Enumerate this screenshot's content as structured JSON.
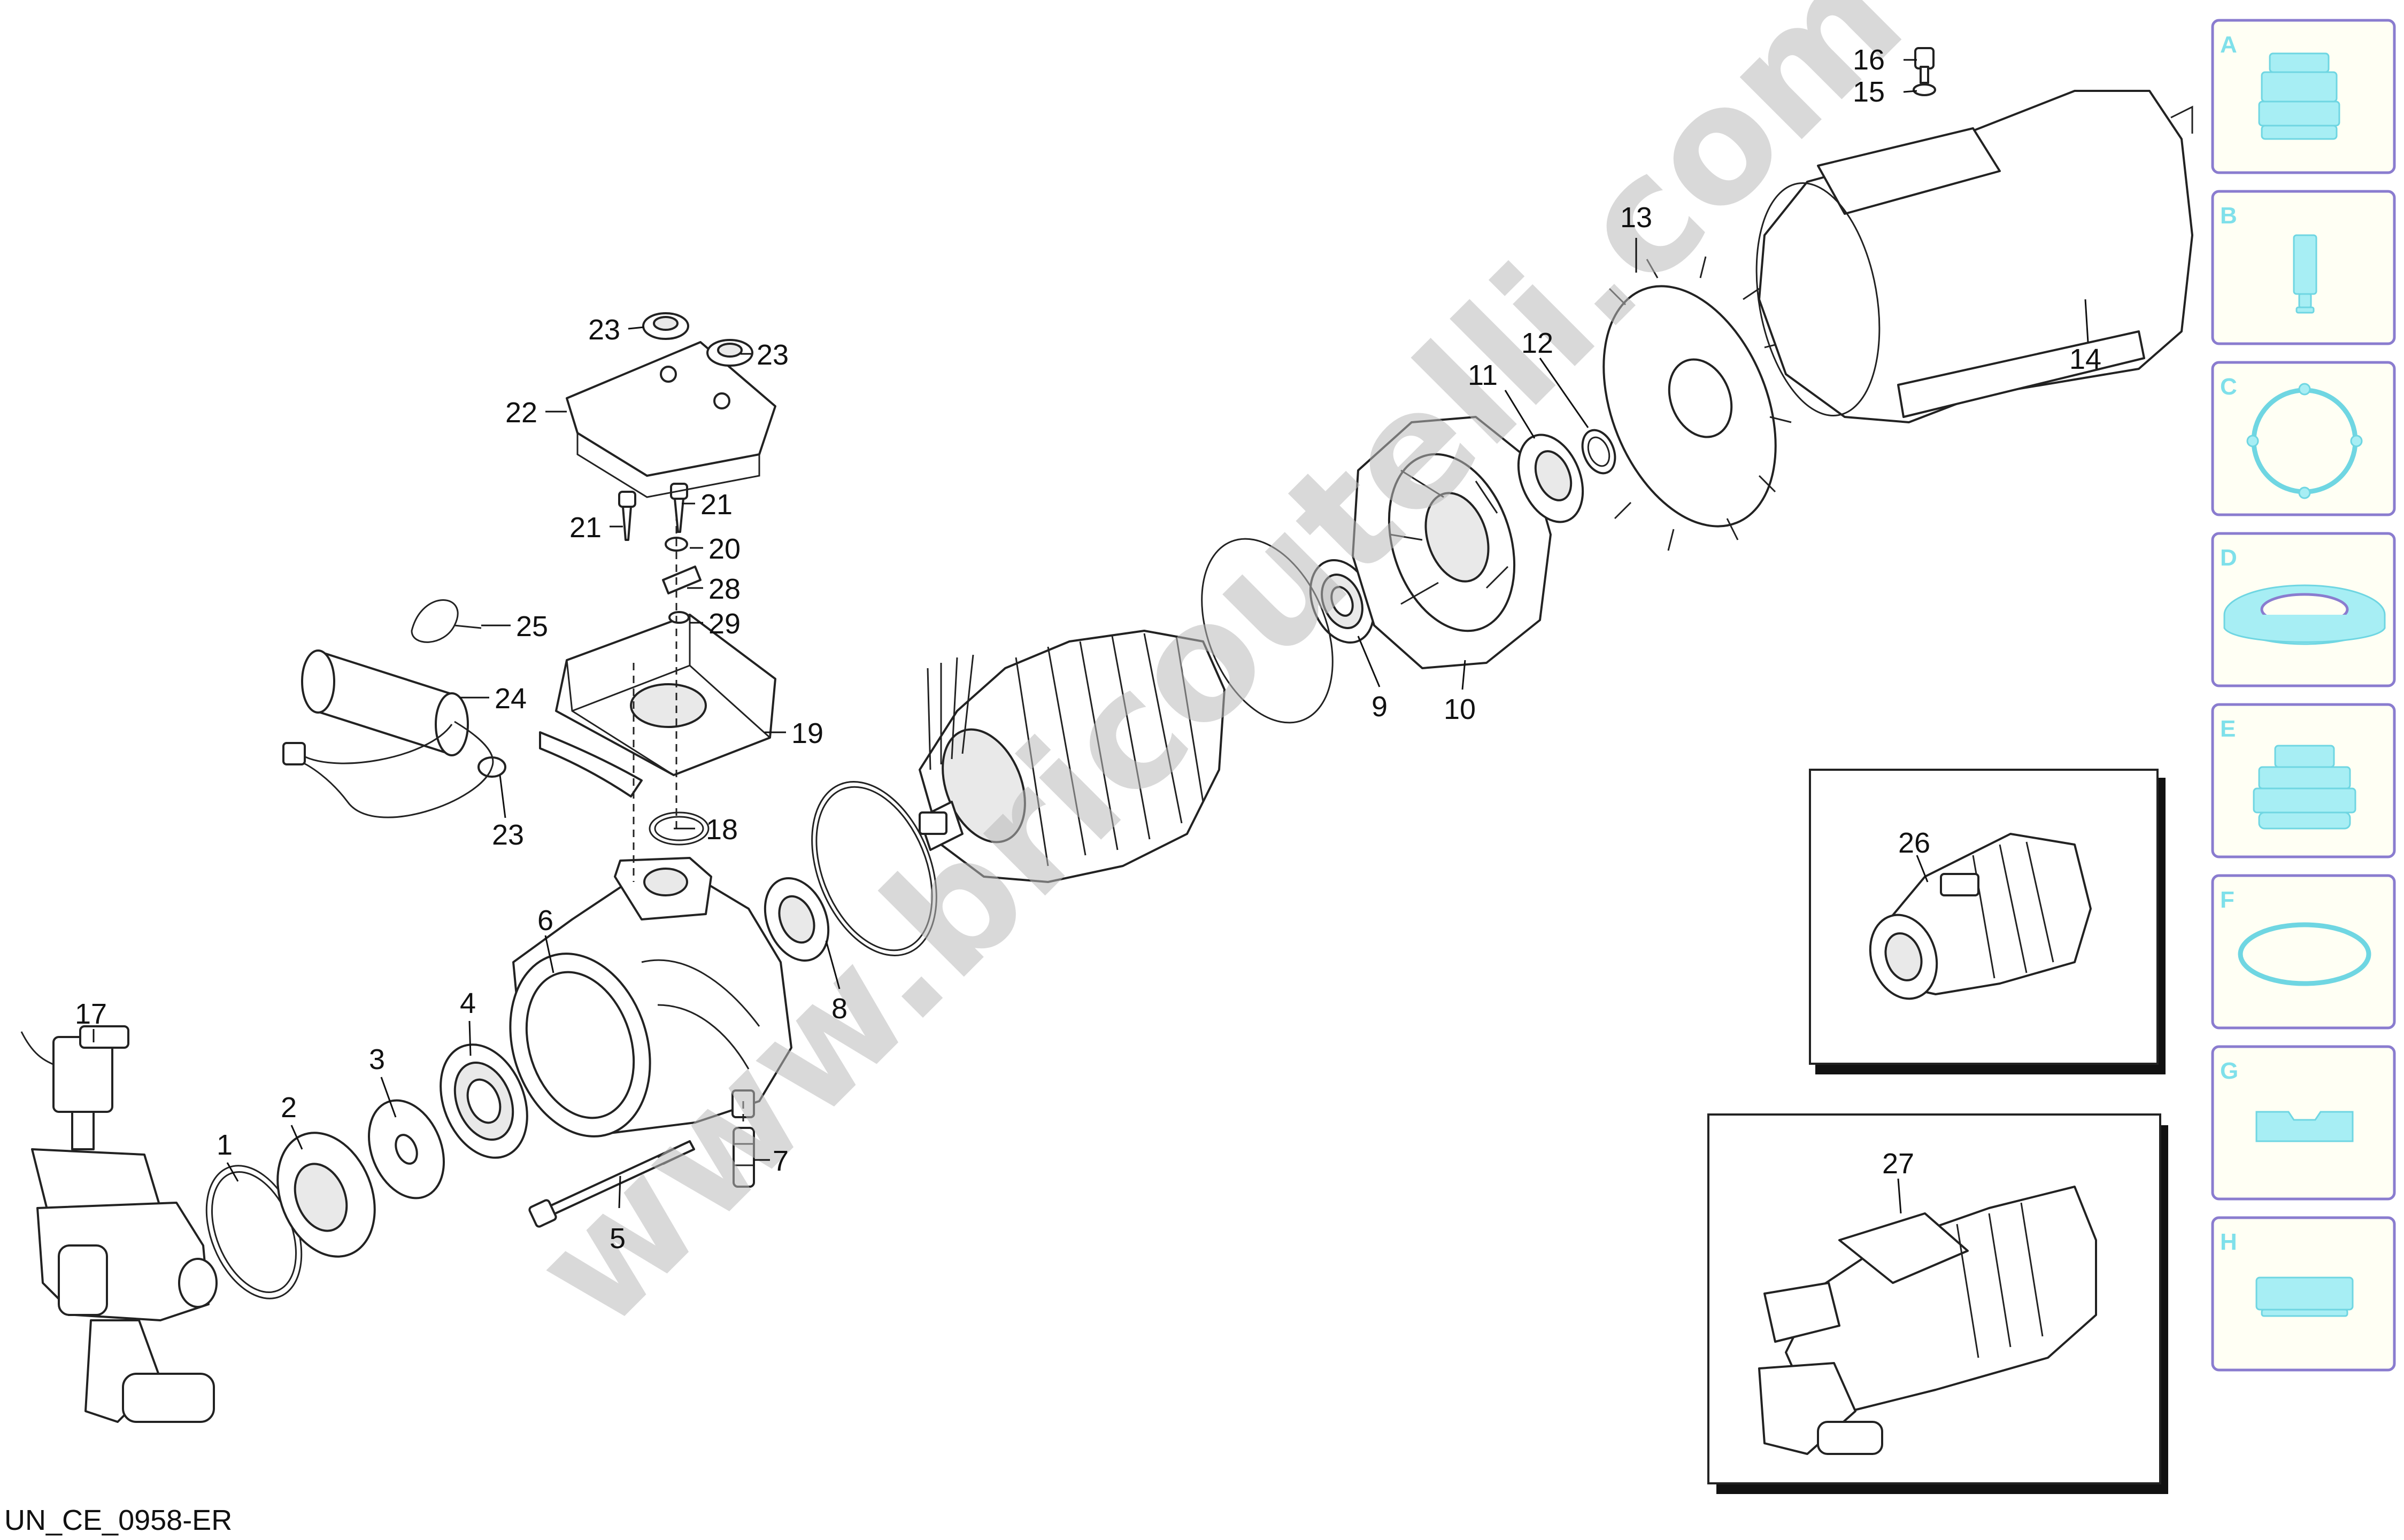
{
  "diagram": {
    "drawing_code": "UN_CE_0958-ER",
    "watermark": "www.bricoutelli.com",
    "callouts": [
      "1",
      "2",
      "3",
      "4",
      "5",
      "6",
      "7",
      "8",
      "9",
      "10",
      "11",
      "12",
      "13",
      "14",
      "15",
      "16",
      "17",
      "18",
      "19",
      "20",
      "21",
      "21",
      "22",
      "23",
      "23",
      "23",
      "24",
      "25",
      "26",
      "27",
      "28",
      "29"
    ]
  },
  "side_tabs": [
    {
      "letter": "A",
      "icon": "nozzle-icon"
    },
    {
      "letter": "B",
      "icon": "lance-icon"
    },
    {
      "letter": "C",
      "icon": "gasket-icon"
    },
    {
      "letter": "D",
      "icon": "seal-icon"
    },
    {
      "letter": "E",
      "icon": "coupling-icon"
    },
    {
      "letter": "F",
      "icon": "o-ring-icon"
    },
    {
      "letter": "G",
      "icon": "block-icon"
    },
    {
      "letter": "H",
      "icon": "bar-icon"
    }
  ],
  "colors": {
    "tab_border": "#8a7ccf",
    "tab_icon": "#a7eef4",
    "tab_letter": "#7fe0ea",
    "watermark": "#b9b9b9"
  }
}
